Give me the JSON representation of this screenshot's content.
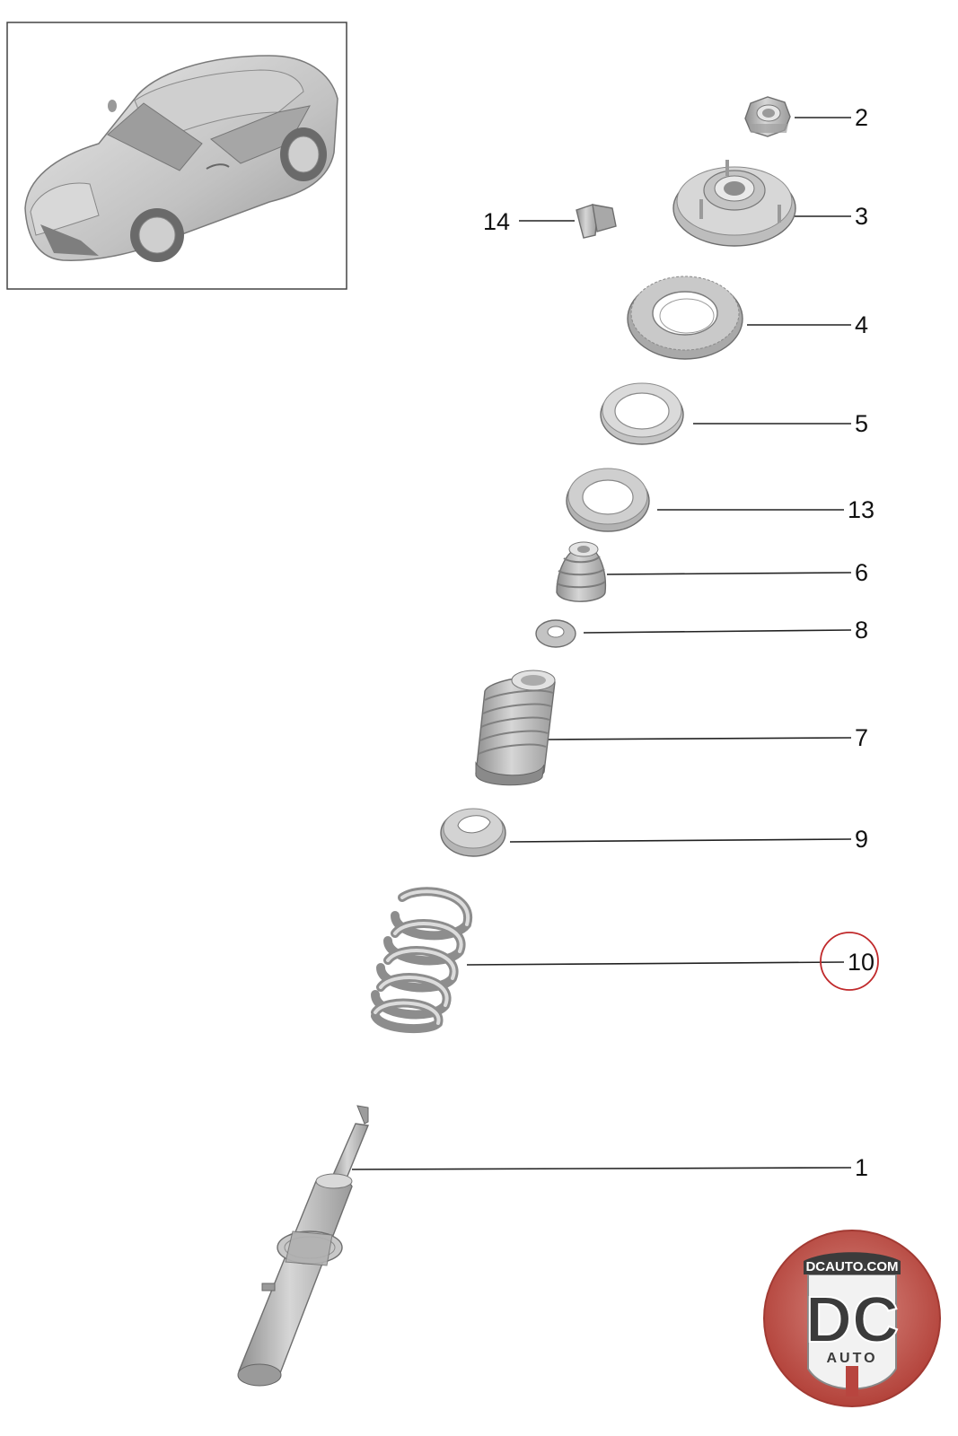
{
  "callouts": [
    {
      "id": "2",
      "label": "2"
    },
    {
      "id": "3",
      "label": "3"
    },
    {
      "id": "14",
      "label": "14"
    },
    {
      "id": "4",
      "label": "4"
    },
    {
      "id": "5",
      "label": "5"
    },
    {
      "id": "13",
      "label": "13"
    },
    {
      "id": "6",
      "label": "6"
    },
    {
      "id": "8",
      "label": "8"
    },
    {
      "id": "7",
      "label": "7"
    },
    {
      "id": "9",
      "label": "9"
    },
    {
      "id": "10",
      "label": "10"
    },
    {
      "id": "1",
      "label": "1"
    }
  ],
  "highlighted_callout": "10",
  "colors": {
    "part_fill": "#b9b9b9",
    "part_light": "#dedede",
    "part_dark": "#8c8c8c",
    "highlight_ring": "#c0292b",
    "logo_red": "#b8453f",
    "logo_dark": "#3b3b3b"
  },
  "logo": {
    "site": "DCAUTO.COM",
    "mark": "DC",
    "word": "AUTO"
  }
}
